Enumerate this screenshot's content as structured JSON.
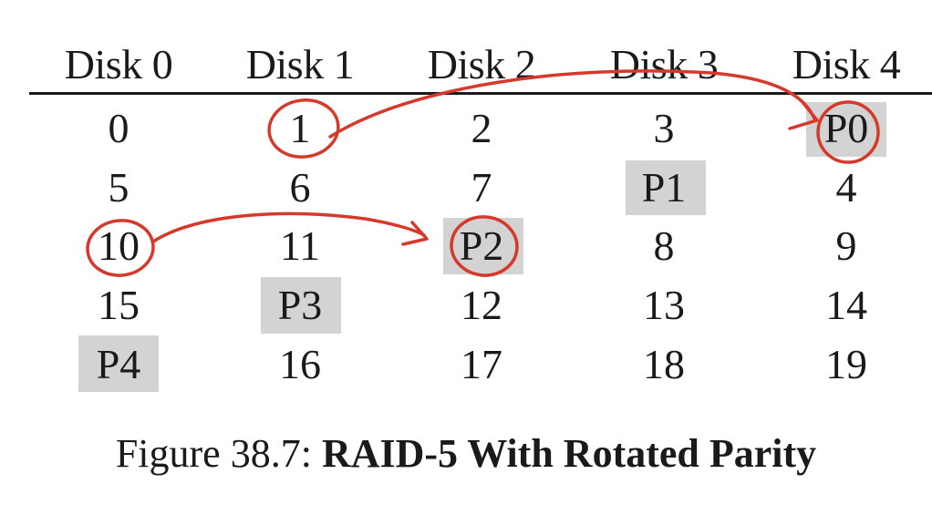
{
  "headers": [
    "Disk 0",
    "Disk 1",
    "Disk 2",
    "Disk 3",
    "Disk 4"
  ],
  "rows": [
    [
      "0",
      "1",
      "2",
      "3",
      "P0"
    ],
    [
      "5",
      "6",
      "7",
      "P1",
      "4"
    ],
    [
      "10",
      "11",
      "P2",
      "8",
      "9"
    ],
    [
      "15",
      "P3",
      "12",
      "13",
      "14"
    ],
    [
      "P4",
      "16",
      "17",
      "18",
      "19"
    ]
  ],
  "caption": {
    "prefix": "Figure 38.7:",
    "title": "RAID-5 With Rotated Parity"
  },
  "colors": {
    "parity_highlight": "#d3d3d3",
    "annotation": "#d4392b",
    "text": "#1a1a1a"
  }
}
